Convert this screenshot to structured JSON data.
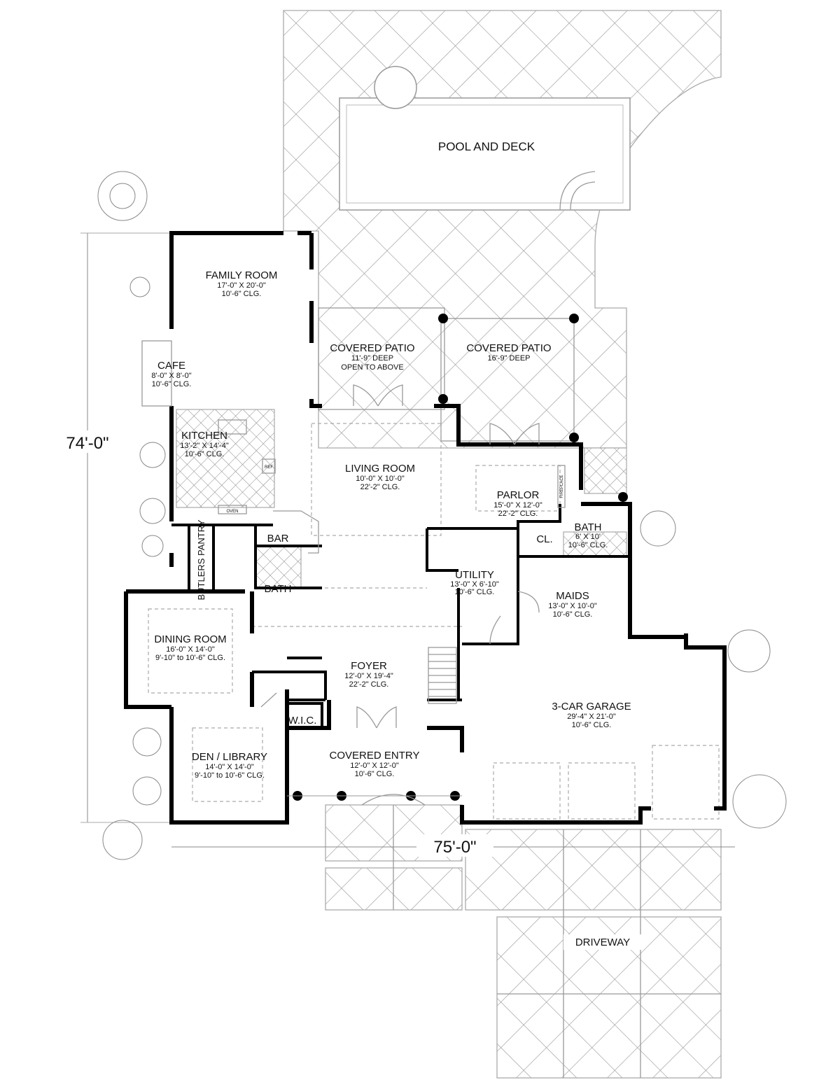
{
  "plan": {
    "overall_depth": "74'-0\"",
    "overall_width": "75'-0\"",
    "rooms": {
      "pool": {
        "name": "POOL AND DECK"
      },
      "family": {
        "name": "FAMILY ROOM",
        "size": "17'-0\" X 20'-0\"",
        "ceiling": "10'-6\" CLG."
      },
      "cafe": {
        "name": "CAFE",
        "size": "8'-0\" X 8'-0\"",
        "ceiling": "10'-6\" CLG."
      },
      "patio1": {
        "name": "COVERED PATIO",
        "depth": "11'-9\" DEEP",
        "note": "OPEN TO ABOVE"
      },
      "patio2": {
        "name": "COVERED PATIO",
        "depth": "16'-9\" DEEP"
      },
      "kitchen": {
        "name": "KITCHEN",
        "size": "13'-2\" X 14'-4\"",
        "ceiling": "10'-6\" CLG."
      },
      "living": {
        "name": "LIVING ROOM",
        "size": "10'-0\" X 10'-0\"",
        "ceiling": "22'-2\" CLG."
      },
      "parlor": {
        "name": "PARLOR",
        "size": "15'-0\" X 12'-0\"",
        "ceiling": "22'-2\" CLG."
      },
      "bath_maid": {
        "name": "BATH",
        "size": "6' X 10'",
        "ceiling": "10'-6\" CLG."
      },
      "bar": {
        "name": "BAR"
      },
      "pantry": {
        "name": "BUTLERS PANTRY"
      },
      "bath": {
        "name": "BATH"
      },
      "utility": {
        "name": "UTILITY",
        "size": "13'-0\" X 6'-10\"",
        "ceiling": "10'-6\" CLG."
      },
      "closet": {
        "name": "CL."
      },
      "maids": {
        "name": "MAIDS",
        "size": "13'-0\" X 10'-0\"",
        "ceiling": "10'-6\" CLG."
      },
      "dining": {
        "name": "DINING ROOM",
        "size": "16'-0\" X 14'-0\"",
        "ceiling": "9'-10\" to 10'-6\" CLG."
      },
      "foyer": {
        "name": "FOYER",
        "size": "12'-0\" X 19'-4\"",
        "ceiling": "22'-2\" CLG."
      },
      "garage": {
        "name": "3-CAR GARAGE",
        "size": "29'-4\" X 21'-0\"",
        "ceiling": "10'-6\" CLG."
      },
      "wic": {
        "name": "W.I.C."
      },
      "den": {
        "name": "DEN / LIBRARY",
        "size": "14'-0\" X 14'-0\"",
        "ceiling": "9'-10\" to 10'-6\" CLG."
      },
      "entry": {
        "name": "COVERED ENTRY",
        "size": "12'-0\" X 12'-0\"",
        "ceiling": "10'-6\" CLG."
      },
      "driveway": {
        "name": "DRIVEWAY"
      }
    },
    "fixtures": {
      "oven": "OVEN",
      "ref": "REF",
      "fireplace": "FIREPLACE"
    }
  }
}
